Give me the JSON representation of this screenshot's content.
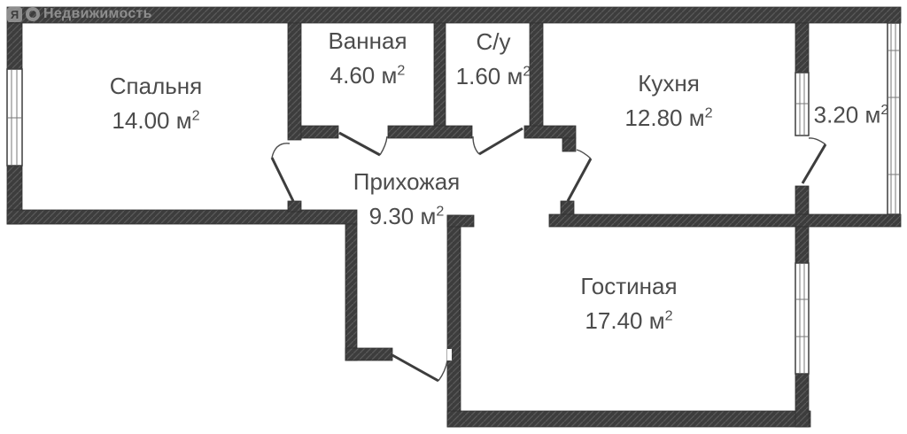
{
  "watermark": {
    "logo_letter": "Я",
    "text": "Недвижимость"
  },
  "rooms": [
    {
      "name": "Спальня",
      "area": "14.00 м",
      "sup": "2"
    },
    {
      "name": "Ванная",
      "area": "4.60 м",
      "sup": "2"
    },
    {
      "name": "С/у",
      "area": "1.60 м",
      "sup": "2"
    },
    {
      "name": "Кухня",
      "area": "12.80 м",
      "sup": "2"
    },
    {
      "name": "Прихожая",
      "area": "9.30 м",
      "sup": "2"
    },
    {
      "name": "Гостиная",
      "area": "17.40 м",
      "sup": "2"
    },
    {
      "name": "",
      "area": "3.20 м",
      "sup": "2"
    }
  ],
  "colors": {
    "wall": "#3d3d3d",
    "hatch_line": "#5a5a5a",
    "label_text": "#4c4c4c",
    "watermark": "#9b9b9b",
    "background": "#ffffff"
  }
}
